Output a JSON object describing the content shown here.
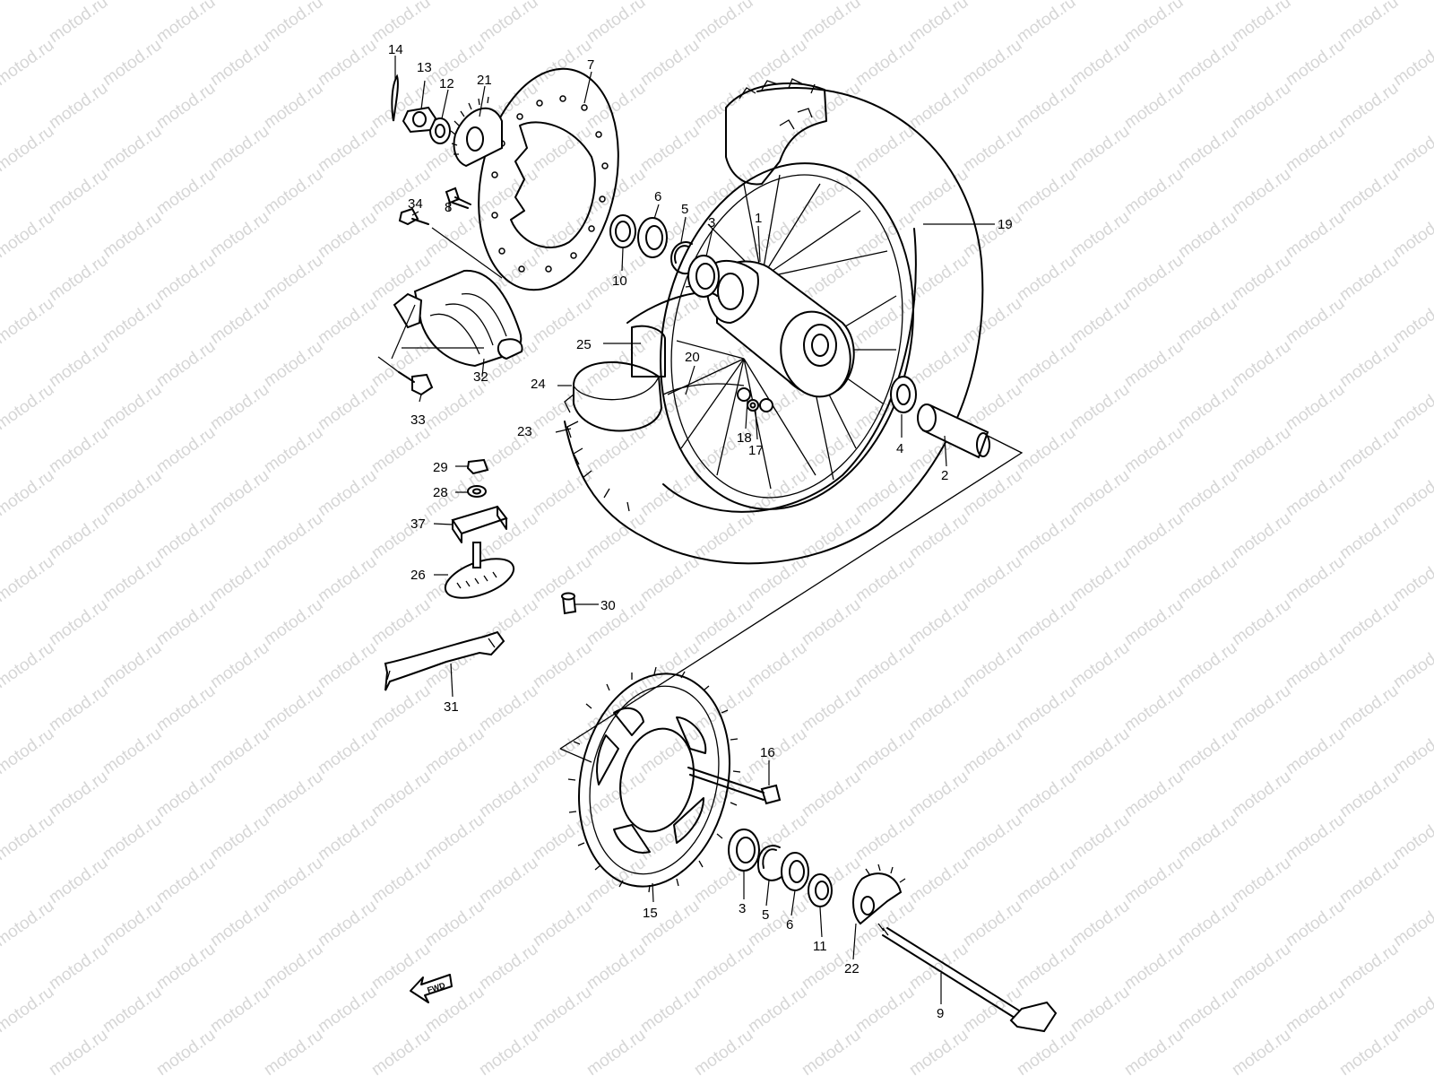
{
  "watermark": {
    "text": "motod.ru",
    "color": "#d6d6d6"
  },
  "fwd_label": "FWD",
  "callouts": [
    {
      "id": "c1",
      "label": "1"
    },
    {
      "id": "c2",
      "label": "2"
    },
    {
      "id": "c3a",
      "label": "3"
    },
    {
      "id": "c3b",
      "label": "3"
    },
    {
      "id": "c4",
      "label": "4"
    },
    {
      "id": "c5a",
      "label": "5"
    },
    {
      "id": "c5b",
      "label": "5"
    },
    {
      "id": "c6a",
      "label": "6"
    },
    {
      "id": "c6b",
      "label": "6"
    },
    {
      "id": "c7",
      "label": "7"
    },
    {
      "id": "c8",
      "label": "8"
    },
    {
      "id": "c9",
      "label": "9"
    },
    {
      "id": "c10",
      "label": "10"
    },
    {
      "id": "c11",
      "label": "11"
    },
    {
      "id": "c12",
      "label": "12"
    },
    {
      "id": "c13",
      "label": "13"
    },
    {
      "id": "c14",
      "label": "14"
    },
    {
      "id": "c15",
      "label": "15"
    },
    {
      "id": "c16",
      "label": "16"
    },
    {
      "id": "c17",
      "label": "17"
    },
    {
      "id": "c18",
      "label": "18"
    },
    {
      "id": "c19",
      "label": "19"
    },
    {
      "id": "c20",
      "label": "20"
    },
    {
      "id": "c21",
      "label": "21"
    },
    {
      "id": "c22",
      "label": "22"
    },
    {
      "id": "c23",
      "label": "23"
    },
    {
      "id": "c24",
      "label": "24"
    },
    {
      "id": "c25",
      "label": "25"
    },
    {
      "id": "c26",
      "label": "26"
    },
    {
      "id": "c28",
      "label": "28"
    },
    {
      "id": "c29",
      "label": "29"
    },
    {
      "id": "c30",
      "label": "30"
    },
    {
      "id": "c31",
      "label": "31"
    },
    {
      "id": "c32",
      "label": "32"
    },
    {
      "id": "c33",
      "label": "33"
    },
    {
      "id": "c34",
      "label": "34"
    },
    {
      "id": "c37",
      "label": "37"
    }
  ]
}
